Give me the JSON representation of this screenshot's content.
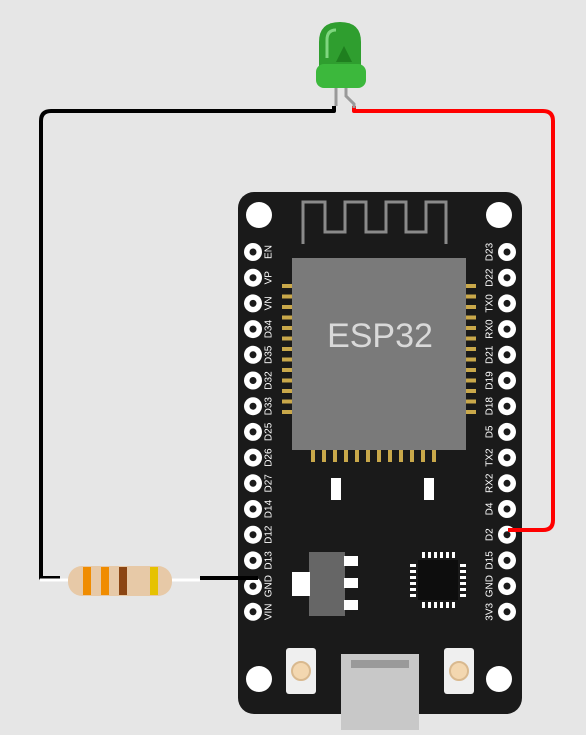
{
  "board": {
    "chip_label": "ESP32",
    "left_pins": [
      "EN",
      "VP",
      "VN",
      "D34",
      "D35",
      "D32",
      "D33",
      "D25",
      "D26",
      "D27",
      "D14",
      "D12",
      "D13",
      "GND",
      "VIN"
    ],
    "right_pins": [
      "D23",
      "D22",
      "TX0",
      "RX0",
      "D21",
      "D19",
      "D18",
      "D5",
      "TX2",
      "RX2",
      "D4",
      "D2",
      "D15",
      "GND",
      "3V3"
    ]
  },
  "components": {
    "led_color": "#2f9e2f",
    "resistor_bands": [
      "#f08c00",
      "#f08c00",
      "#8b4513",
      "#e6c200"
    ]
  },
  "wires": {
    "red": "#ff0000",
    "black": "#000000"
  },
  "colors": {
    "background": "#e6e6e6",
    "board": "#1a1a1a",
    "chip": "#7a7a7a",
    "pin_gold": "#c9a84a"
  }
}
